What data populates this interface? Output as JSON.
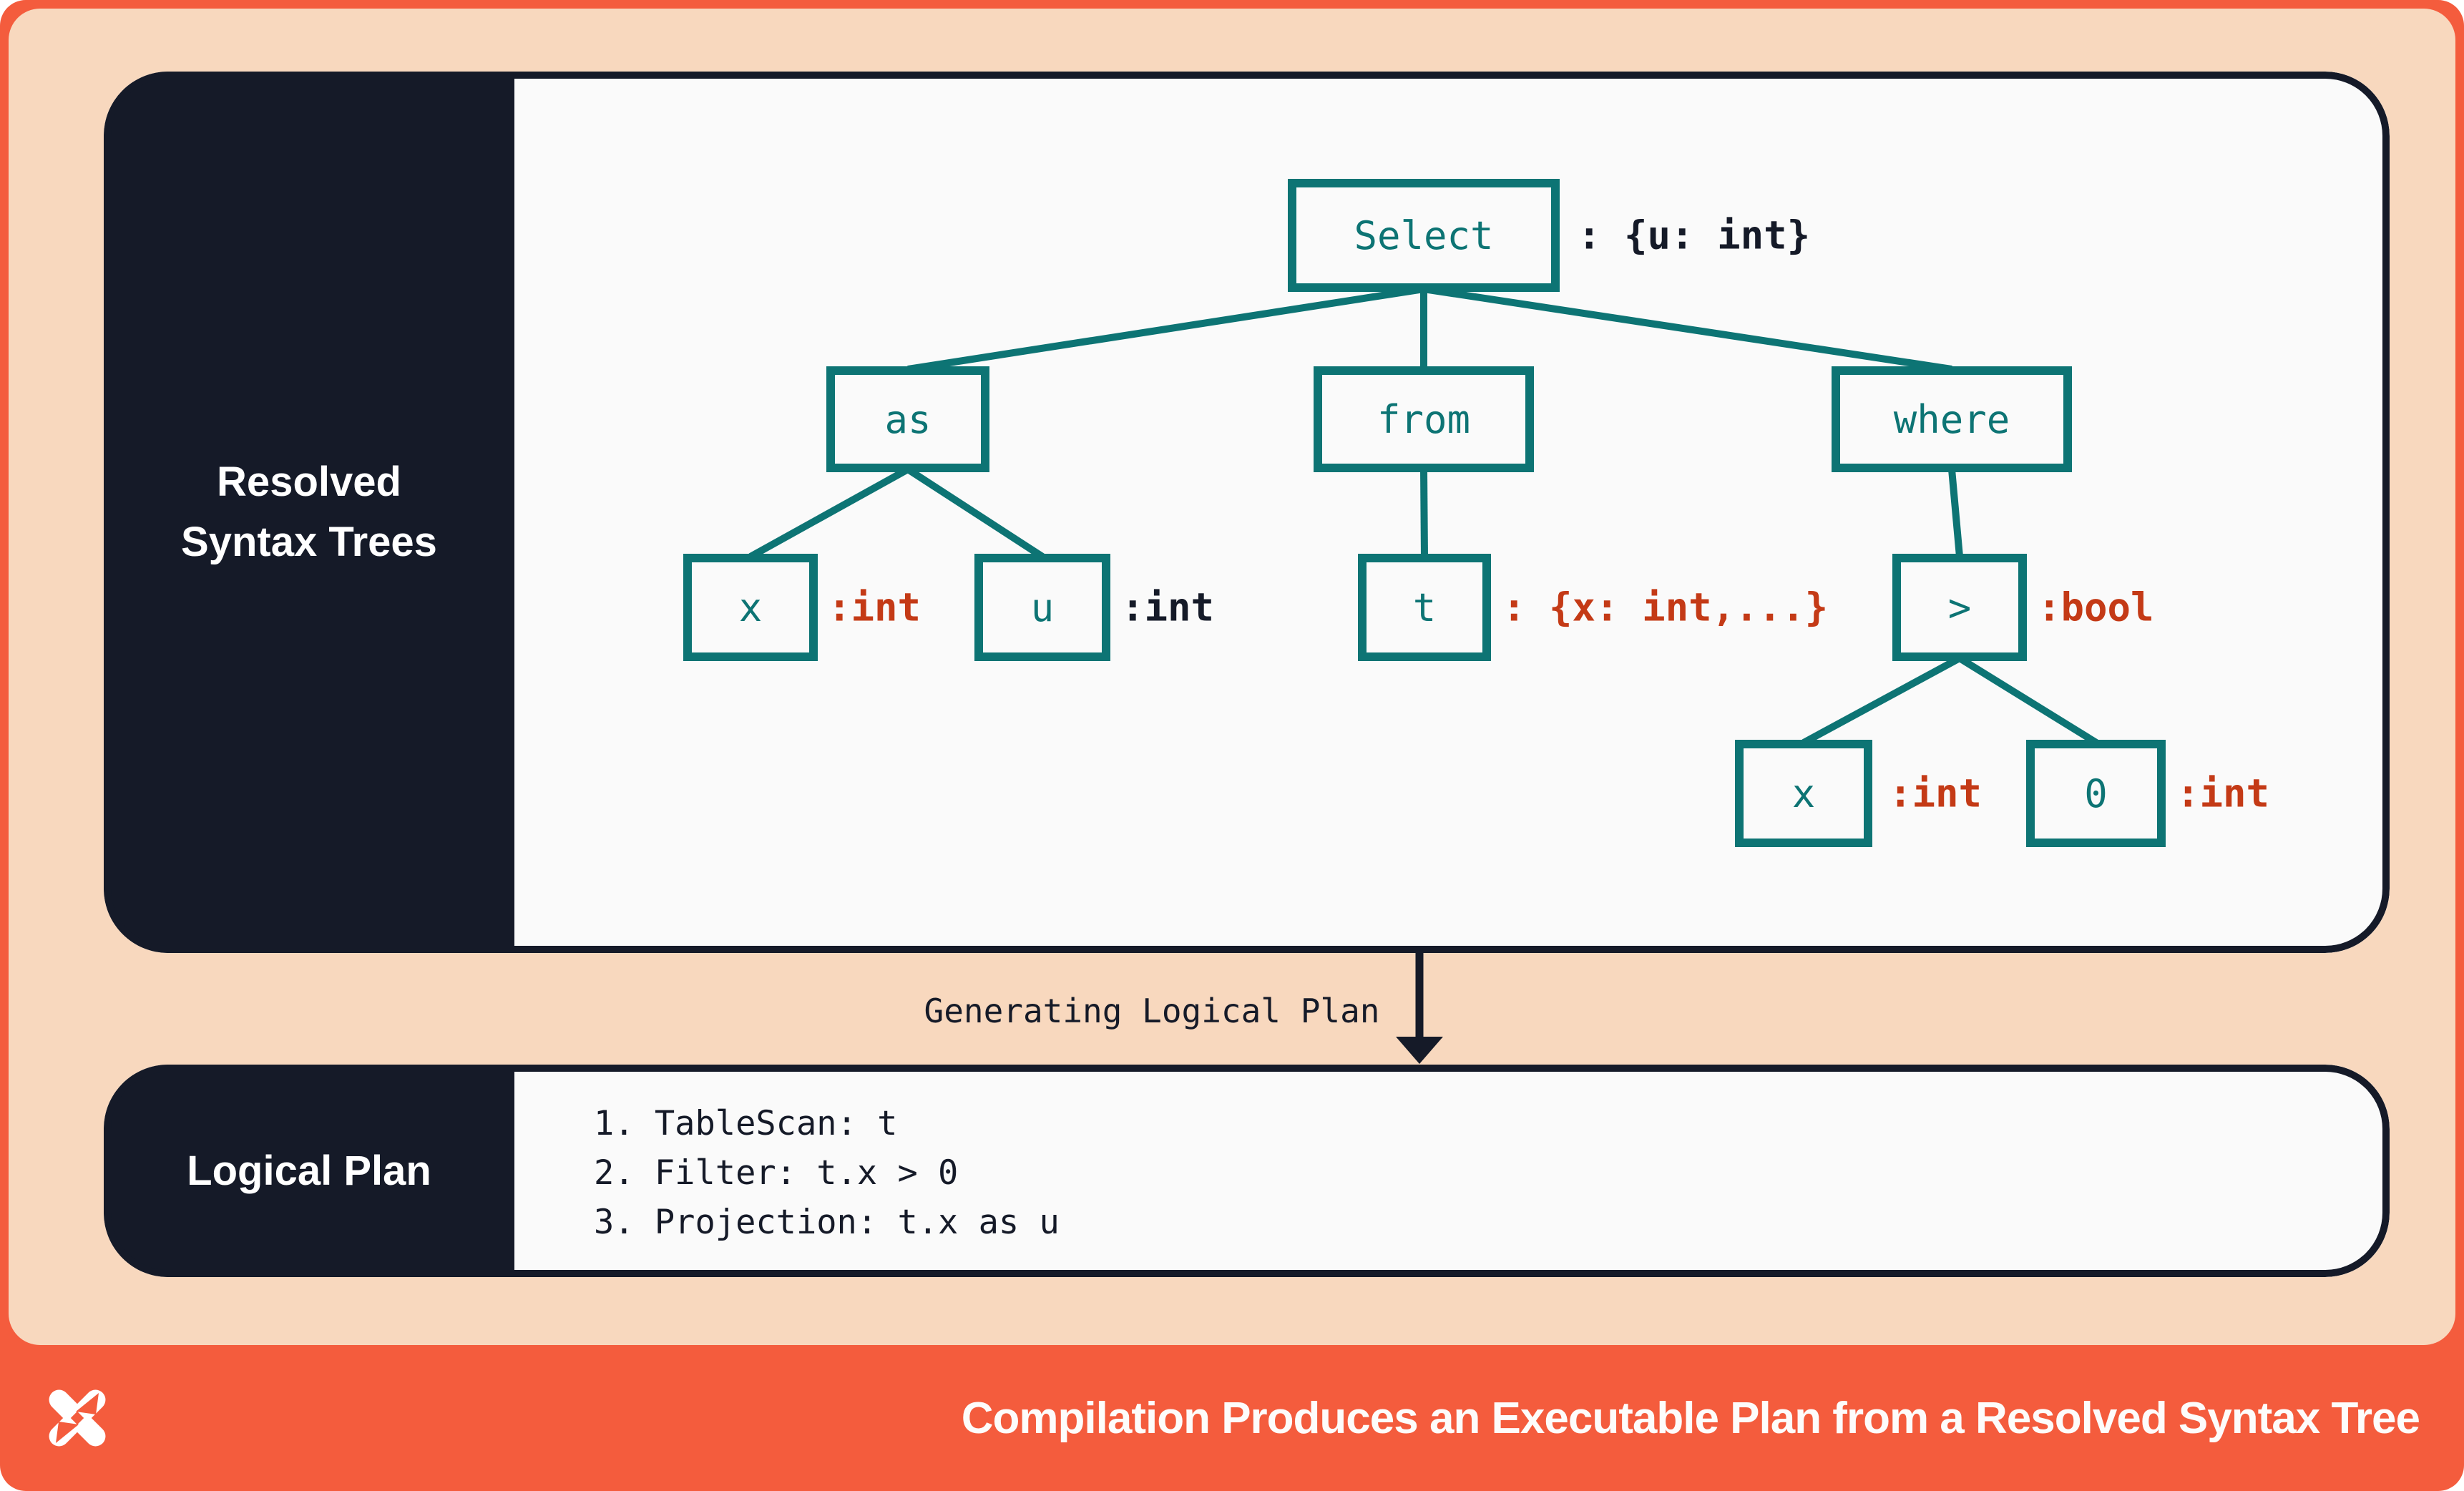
{
  "palette": {
    "frame_orange": "#F45C3D",
    "peach_background": "#F8D8BE",
    "navy": "#151A28",
    "teal": "#0D7474",
    "type_annotation_red": "#C43A16",
    "panel_background": "#FAFAFA"
  },
  "resolved_panel": {
    "label_lines": [
      "Resolved",
      "Syntax Trees"
    ]
  },
  "tree": {
    "nodes": [
      {
        "id": "select",
        "label": "Select",
        "annotation": ": {u: int}",
        "annotation_color": "navy"
      },
      {
        "id": "as",
        "label": "as"
      },
      {
        "id": "from",
        "label": "from"
      },
      {
        "id": "where",
        "label": "where"
      },
      {
        "id": "x1",
        "label": "x",
        "annotation": ":int",
        "annotation_color": "red"
      },
      {
        "id": "u",
        "label": "u",
        "annotation": ":int",
        "annotation_color": "navy"
      },
      {
        "id": "t",
        "label": "t",
        "annotation": ": {x: int,...}",
        "annotation_color": "red"
      },
      {
        "id": "gt",
        "label": ">",
        "annotation": ":bool",
        "annotation_color": "red"
      },
      {
        "id": "x2",
        "label": "x",
        "annotation": ":int",
        "annotation_color": "red"
      },
      {
        "id": "zero",
        "label": "0",
        "annotation": ":int",
        "annotation_color": "red"
      }
    ],
    "edges": [
      [
        "select",
        "as"
      ],
      [
        "select",
        "from"
      ],
      [
        "select",
        "where"
      ],
      [
        "as",
        "x1"
      ],
      [
        "as",
        "u"
      ],
      [
        "from",
        "t"
      ],
      [
        "where",
        "gt"
      ],
      [
        "gt",
        "x2"
      ],
      [
        "gt",
        "zero"
      ]
    ]
  },
  "transition": {
    "label": "Generating Logical Plan",
    "arrow_icon": "down-arrow-icon"
  },
  "logical_panel": {
    "sidebar_label": "Logical Plan",
    "steps": [
      "1. TableScan: t",
      "2. Filter: t.x > 0",
      "3. Projection: t.x as u"
    ]
  },
  "footer": {
    "logo": "pinwheel-x-logo",
    "title": "Compilation Produces an Executable Plan from a Resolved Syntax Tree"
  }
}
